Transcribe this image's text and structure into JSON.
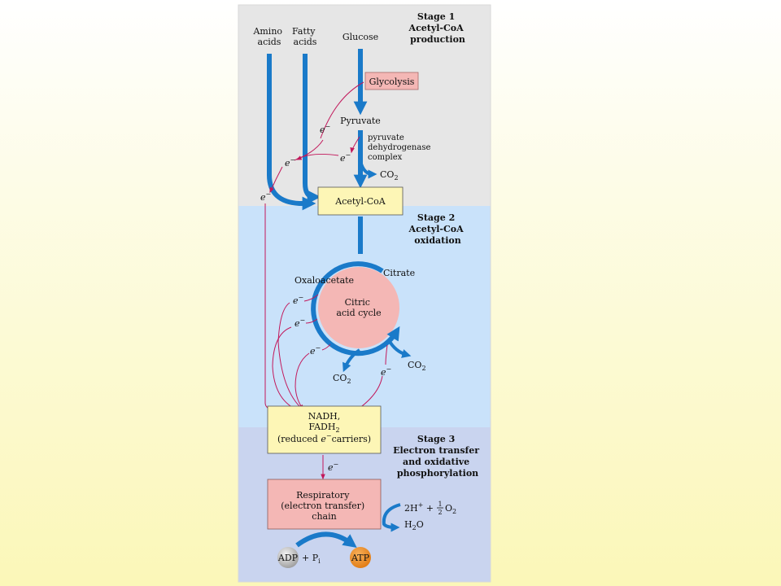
{
  "stages": {
    "stage1": {
      "line1": "Stage 1",
      "line2": "Acetyl-CoA",
      "line3": "production"
    },
    "stage2": {
      "line1": "Stage 2",
      "line2": "Acetyl-CoA",
      "line3": "oxidation"
    },
    "stage3": {
      "line1": "Stage 3",
      "line2": "Electron transfer",
      "line3": "and oxidative",
      "line4": "phosphorylation"
    }
  },
  "inputs": {
    "amino_1": "Amino",
    "amino_2": "acids",
    "fatty_1": "Fatty",
    "fatty_2": "acids",
    "glucose": "Glucose"
  },
  "labels": {
    "glycolysis": "Glycolysis",
    "pyruvate": "Pyruvate",
    "pdh_1": "pyruvate",
    "pdh_2": "dehydrogenase",
    "pdh_3": "complex",
    "co2": "CO",
    "co2_sub": "2",
    "acetyl_coa": "Acetyl-CoA",
    "citrate": "Citrate",
    "oxaloacetate": "Oxaloacetate",
    "cac_1": "Citric",
    "cac_2": "acid cycle",
    "nadh_1": "NADH,",
    "fadh_main": "FADH",
    "fadh_sub": "2",
    "reduced_pre": "(reduced ",
    "reduced_e": "e",
    "reduced_sup": "−",
    "reduced_post": "carriers)",
    "resp_1": "Respiratory",
    "resp_2": "(electron transfer)",
    "resp_3": "chain",
    "h2o_h": "H",
    "h2o_sub": "2",
    "h2o_o": "O",
    "o2_pre": "2H",
    "o2_sup": "+",
    "o2_plus": " + ",
    "o2_num": "1",
    "o2_den": "2",
    "o2_o": "O",
    "o2_sub": "2",
    "adp": "ADP",
    "adp_plus": "+ P",
    "pi_sub": "i",
    "atp": "ATP",
    "electron": "e",
    "electron_sup": "−"
  },
  "colors": {
    "stage1_bg": "#e6e6e6",
    "stage2_bg": "#c9e2fa",
    "stage3_bg": "#c9d4ef",
    "flow_arrow": "#1a7ac9",
    "electron_arrow": "#c2185b",
    "yellow_box": "#fdf6b6",
    "pink_box": "#f4b7b5",
    "atp_orange": "#f0922b",
    "adp_gray": "#c8c8c8"
  }
}
